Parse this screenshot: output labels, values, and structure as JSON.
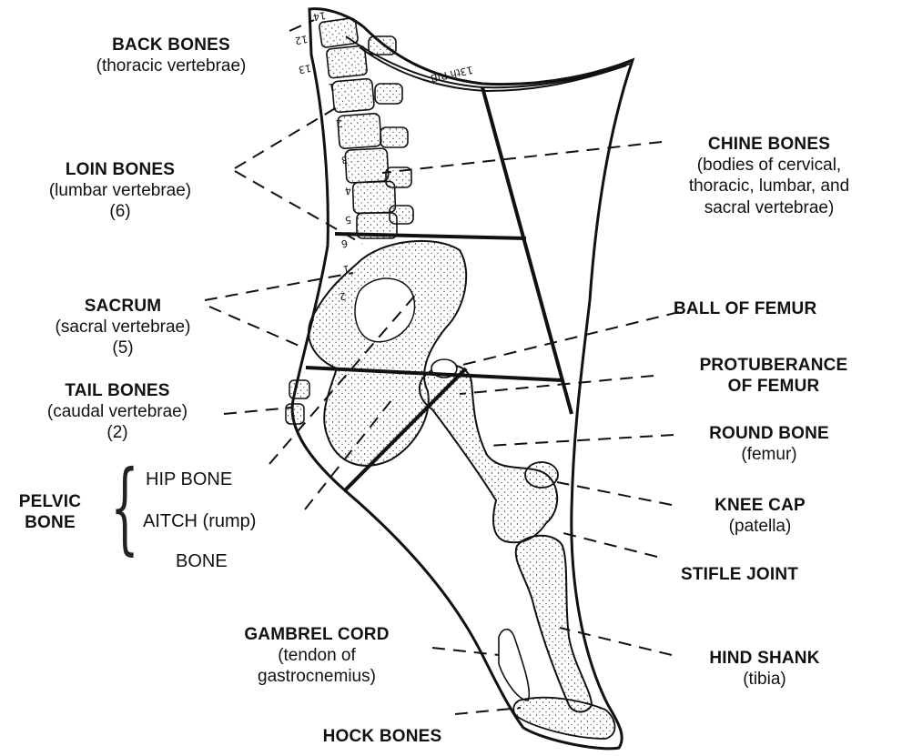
{
  "labels": {
    "back_bones": {
      "title": "BACK BONES",
      "sub1": "(thoracic vertebrae)"
    },
    "loin_bones": {
      "title": "LOIN BONES",
      "sub1": "(lumbar vertebrae)",
      "sub2": "(6)"
    },
    "sacrum": {
      "title": "SACRUM",
      "sub1": "(sacral vertebrae)",
      "sub2": "(5)"
    },
    "tail_bones": {
      "title": "TAIL BONES",
      "sub1": "(caudal vertebrae)",
      "sub2": "(2)"
    },
    "pelvic_bone": {
      "title1": "PELVIC",
      "title2": "BONE",
      "hip": "HIP BONE",
      "aitch": "AITCH (rump)",
      "bone": "BONE"
    },
    "chine_bones": {
      "title": "CHINE BONES",
      "sub1": "(bodies of cervical,",
      "sub2": "thoracic, lumbar, and",
      "sub3": "sacral vertebrae)"
    },
    "ball_of_femur": {
      "title": "BALL OF FEMUR"
    },
    "protuberance": {
      "title1": "PROTUBERANCE",
      "title2": "OF FEMUR"
    },
    "round_bone": {
      "title": "ROUND BONE",
      "sub1": "(femur)"
    },
    "knee_cap": {
      "title": "KNEE CAP",
      "sub1": "(patella)"
    },
    "stifle_joint": {
      "title": "STIFLE JOINT"
    },
    "hind_shank": {
      "title": "HIND SHANK",
      "sub1": "(tibia)"
    },
    "gambrel_cord": {
      "title": "GAMBREL CORD",
      "sub1": "(tendon of",
      "sub2": "gastrocnemius)"
    },
    "hock_bones": {
      "title": "HOCK BONES"
    }
  },
  "bone_markers": {
    "rib_label": "13th RIB",
    "thoracic_numbers": [
      "14",
      "12",
      "13"
    ],
    "lumbar_numbers": [
      "1",
      "2",
      "3",
      "4",
      "5",
      "6"
    ],
    "sacral_numbers": [
      "1",
      "2"
    ]
  }
}
